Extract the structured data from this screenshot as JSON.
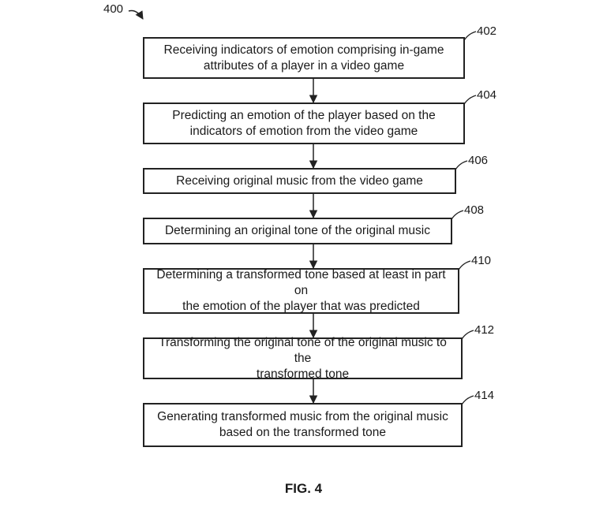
{
  "diagram": {
    "ref": "400",
    "figure_label": "FIG. 4",
    "steps": [
      {
        "ref": "402",
        "lines": [
          "Receiving indicators of emotion comprising in-game",
          "attributes of a player in a video game"
        ]
      },
      {
        "ref": "404",
        "lines": [
          "Predicting an emotion of the player based on the",
          "indicators of emotion from the video game"
        ]
      },
      {
        "ref": "406",
        "lines": [
          "Receiving original music from the video game"
        ]
      },
      {
        "ref": "408",
        "lines": [
          "Determining an original tone of the original music"
        ]
      },
      {
        "ref": "410",
        "lines": [
          "Determining a transformed tone based at least in part on",
          "the emotion of the player that was predicted"
        ]
      },
      {
        "ref": "412",
        "lines": [
          "Transforming the original tone of the original music to the",
          "transformed tone"
        ]
      },
      {
        "ref": "414",
        "lines": [
          "Generating transformed music from the original music",
          "based on the transformed tone"
        ]
      }
    ]
  }
}
